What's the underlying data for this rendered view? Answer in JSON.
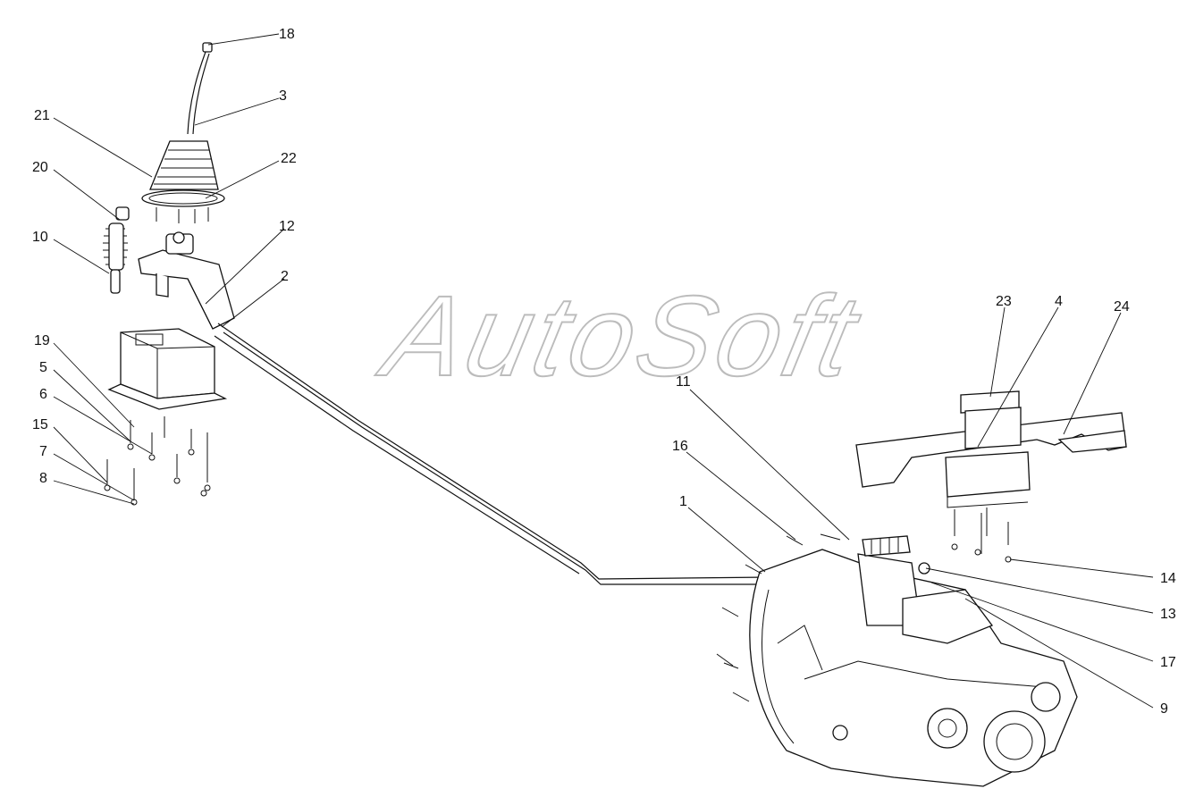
{
  "watermark": "AutoSoft",
  "callouts": [
    {
      "id": "18",
      "label": "18"
    },
    {
      "id": "3",
      "label": "3"
    },
    {
      "id": "21",
      "label": "21"
    },
    {
      "id": "22",
      "label": "22"
    },
    {
      "id": "20",
      "label": "20"
    },
    {
      "id": "10",
      "label": "10"
    },
    {
      "id": "12",
      "label": "12"
    },
    {
      "id": "2",
      "label": "2"
    },
    {
      "id": "19",
      "label": "19"
    },
    {
      "id": "5",
      "label": "5"
    },
    {
      "id": "6",
      "label": "6"
    },
    {
      "id": "15",
      "label": "15"
    },
    {
      "id": "7",
      "label": "7"
    },
    {
      "id": "8",
      "label": "8"
    },
    {
      "id": "23",
      "label": "23"
    },
    {
      "id": "4",
      "label": "4"
    },
    {
      "id": "24",
      "label": "24"
    },
    {
      "id": "11",
      "label": "11"
    },
    {
      "id": "16",
      "label": "16"
    },
    {
      "id": "1",
      "label": "1"
    },
    {
      "id": "14",
      "label": "14"
    },
    {
      "id": "13",
      "label": "13"
    },
    {
      "id": "17",
      "label": "17"
    },
    {
      "id": "9",
      "label": "9"
    }
  ]
}
